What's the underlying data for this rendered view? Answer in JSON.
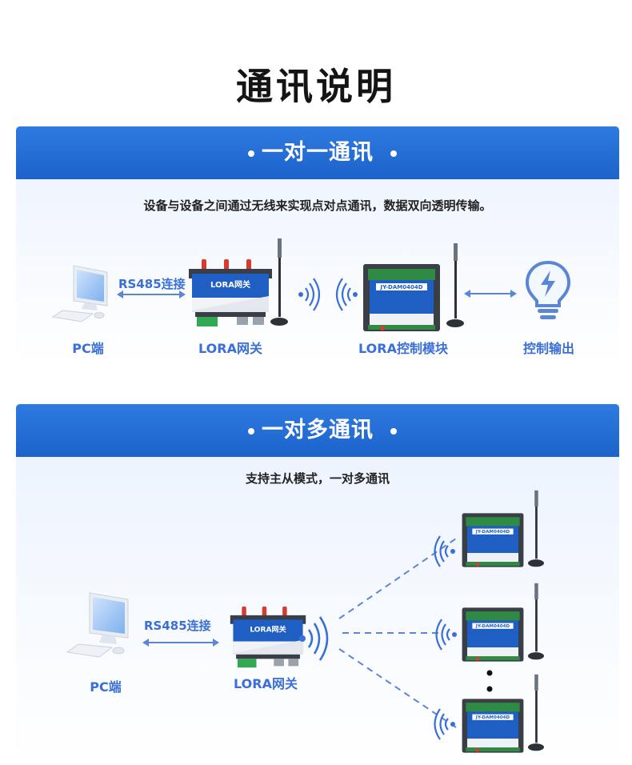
{
  "page": {
    "title": "通讯说明"
  },
  "section1": {
    "title": "一对一通讯",
    "description": "设备与设备之间通过无线来实现点对点通讯，数据双向透明传输。",
    "link_label": "RS485连接",
    "captions": {
      "pc": "PC端",
      "gateway": "LORA网关",
      "module": "LORA控制模块",
      "output": "控制输出"
    }
  },
  "section2": {
    "title": "一对多通讯",
    "description": "支持主从模式，一对多通讯",
    "link_label": "RS485连接",
    "captions": {
      "pc": "PC端",
      "gateway": "LORA网关"
    }
  },
  "device_labels": {
    "gateway_name": "LORA网关",
    "module_model": "JY-DAM0404D"
  },
  "colors": {
    "band": "#1c63cc",
    "accent": "#3a6fd8",
    "device_blue": "#1f5fc4",
    "antenna_red": "#d73a2f"
  }
}
